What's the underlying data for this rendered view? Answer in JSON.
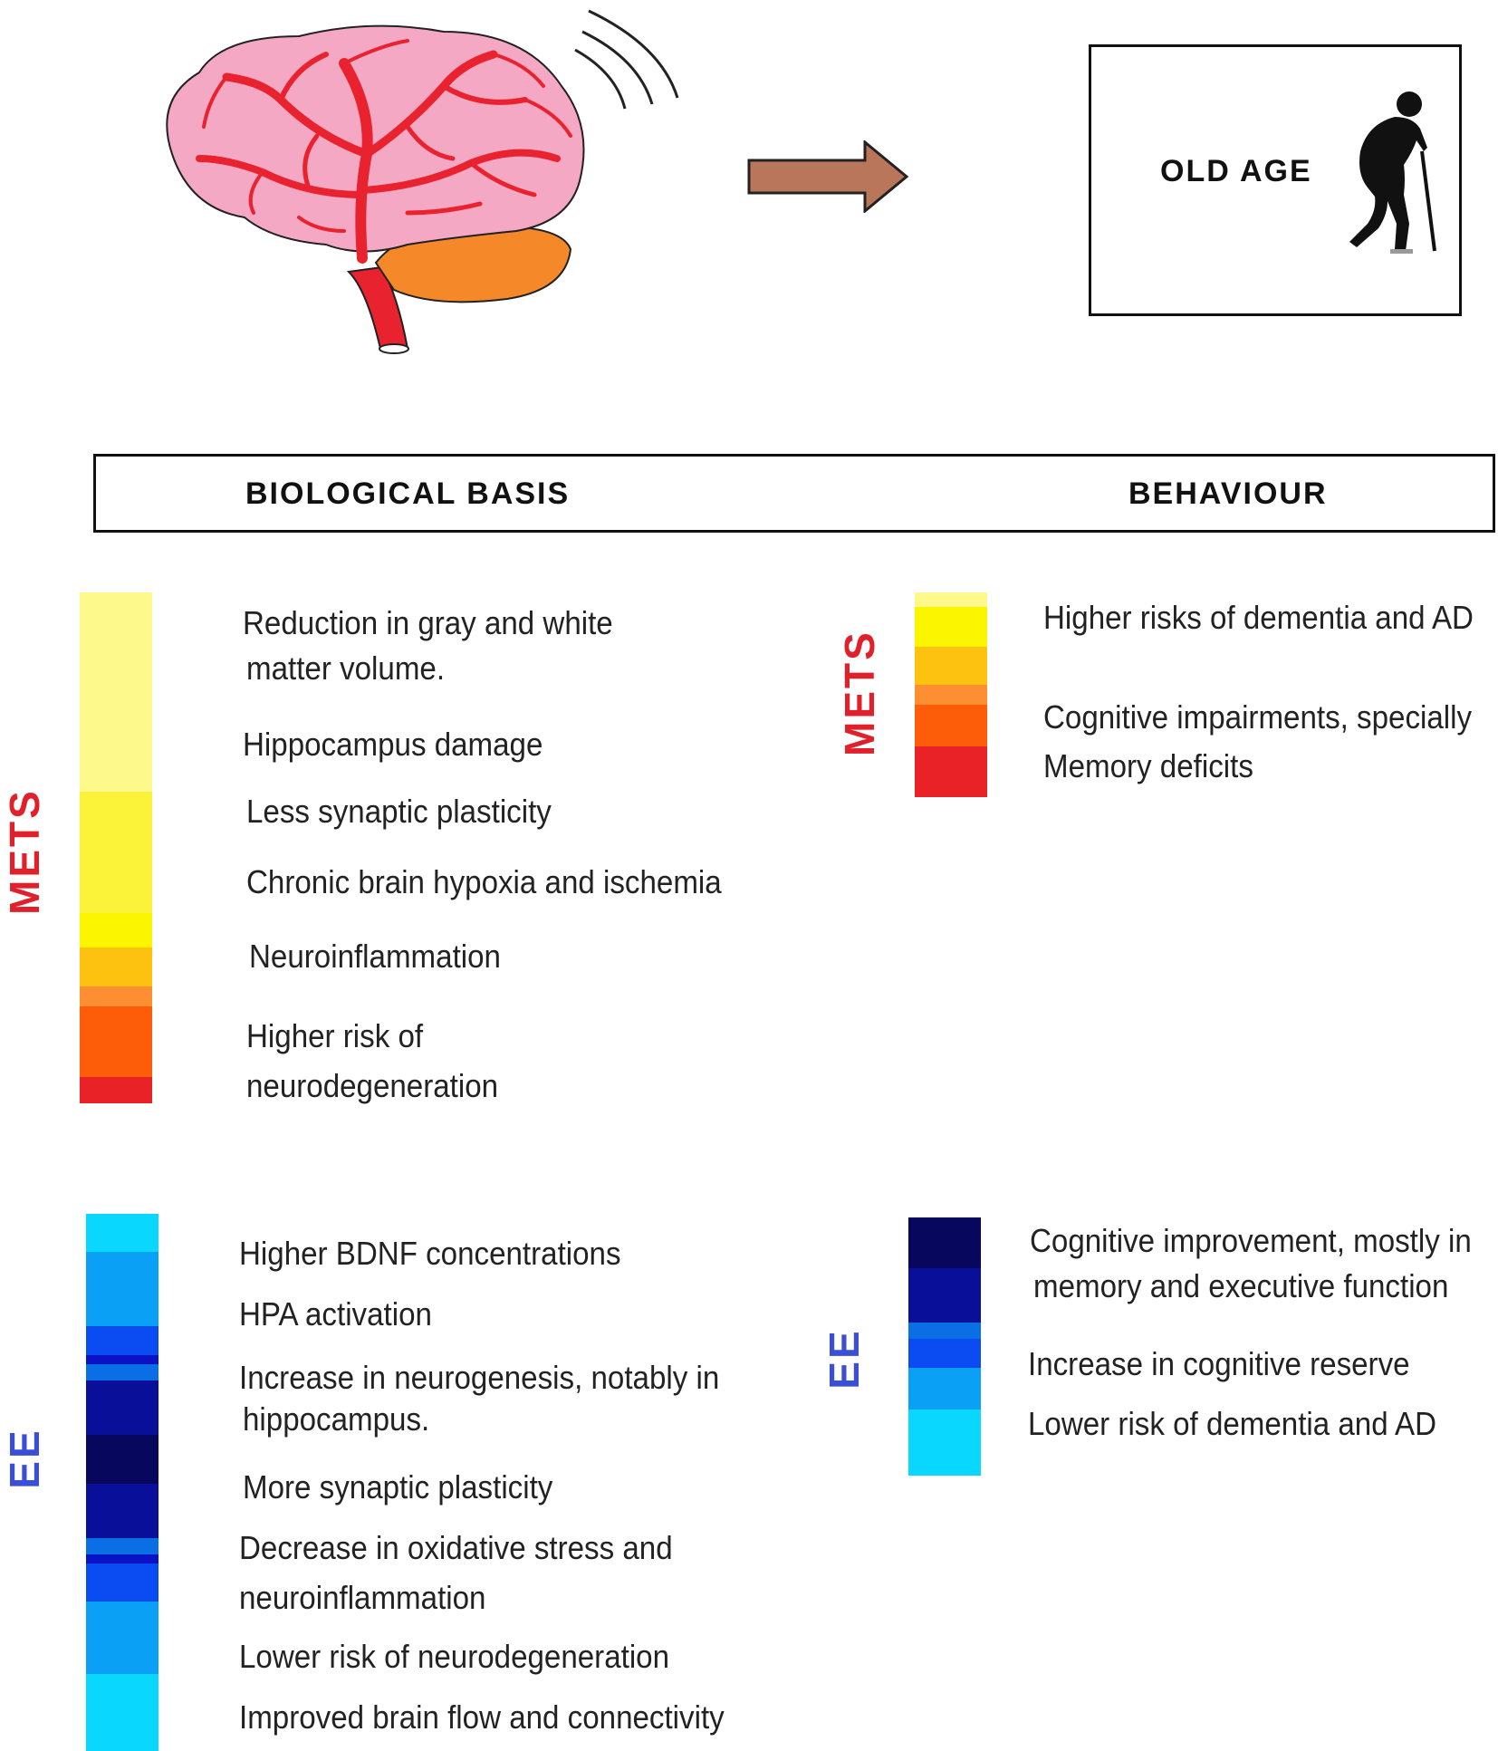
{
  "old_age_label": "OLD AGE",
  "header": {
    "biological_basis": "BIOLOGICAL BASIS",
    "behaviour": "BEHAVIOUR"
  },
  "labels": {
    "mets_left": "METS",
    "mets_right": "METS",
    "ee_left": "EE",
    "ee_right": "EE"
  },
  "mets_biological": [
    "Reduction in gray and white",
    "matter volume.",
    "Hippocampus damage",
    "Less synaptic plasticity",
    "Chronic brain hypoxia and  ischemia",
    "Neuroinflammation",
    "Higher risk of",
    "neurodegeneration"
  ],
  "mets_behaviour": [
    "Higher risks of dementia and AD",
    "Cognitive impairments, specially",
    "Memory deficits"
  ],
  "ee_biological": [
    "Higher BDNF concentrations",
    "HPA activation",
    "Increase in neurogenesis, notably in",
    "hippocampus.",
    "More  synaptic plasticity",
    "Decrease in oxidative stress and",
    "neuroinflammation",
    "Lower risk of neurodegeneration",
    "Improved brain flow and connectivity"
  ],
  "ee_behaviour": [
    "Cognitive    improvement, mostly in",
    "memory and executive function",
    "Increase in cognitive reserve",
    "Lower risk of dementia and AD"
  ],
  "colors": {
    "mets_label": "#e0202a",
    "ee_label": "#3a4fd6",
    "brain_pink": "#f5a8c4",
    "vessel_red": "#e8232f",
    "cerebellum_orange": "#f5892a",
    "arrow_brown": "#b9765a"
  }
}
